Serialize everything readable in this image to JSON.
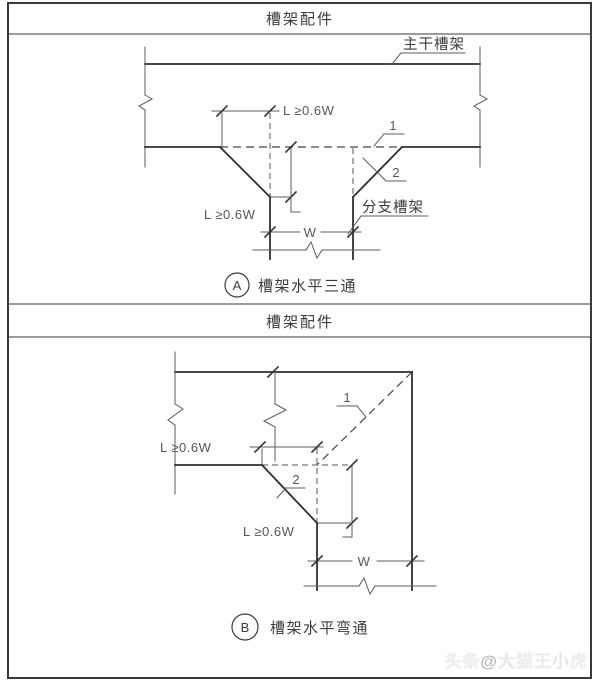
{
  "panels": [
    {
      "header": "槽架配件",
      "labels": {
        "main_tray": "主干槽架",
        "branch_tray": "分支槽架"
      },
      "dims": {
        "l_top": "L ≥0.6W",
        "l_side": "L ≥0.6W",
        "w": "W"
      },
      "callouts": {
        "c1": "1",
        "c2": "2"
      },
      "figure": {
        "id": "A",
        "caption": "槽架水平三通"
      }
    },
    {
      "header": "槽架配件",
      "dims": {
        "l_top": "L ≥0.6W",
        "l_side": "L ≥0.6W",
        "w": "W"
      },
      "callouts": {
        "c1": "1",
        "c2": "2"
      },
      "figure": {
        "id": "B",
        "caption": "槽架水平弯通"
      }
    }
  ],
  "watermark": "头条@大猫王小虎",
  "colors": {
    "line": "#2f2f2f",
    "dim_line": "#5c5c5c",
    "text": "#3c3c3c",
    "watermark": "#8f8f8f"
  }
}
